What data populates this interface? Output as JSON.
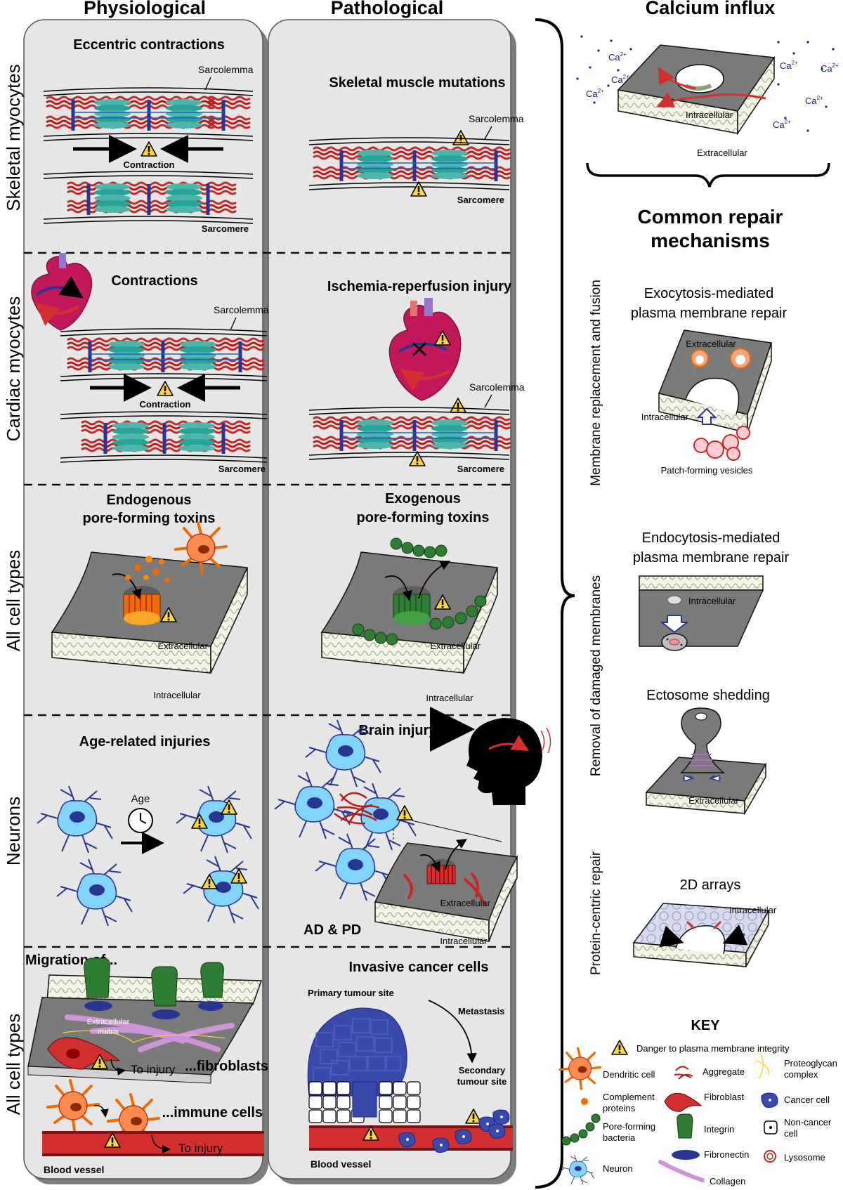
{
  "columns": {
    "physiological": "Physiological",
    "pathological": "Pathological",
    "calcium": "Calcium influx"
  },
  "rows": {
    "skeletal": "Skeletal myocytes",
    "cardiac": "Cardiac myocytes",
    "all1": "All cell types",
    "neurons": "Neurons",
    "all2": "All cell types"
  },
  "panels": {
    "eccentric": "Eccentric contractions",
    "skeletal_mut": "Skeletal muscle mutations",
    "contractions": "Contractions",
    "ischemia": "Ischemia-reperfusion injury",
    "endo_1": "Endogenous",
    "endo_2": "pore-forming toxins",
    "exo_1": "Exogenous",
    "exo_2": "pore-forming toxins",
    "age": "Age-related injuries",
    "brain": "Brain injury",
    "adpd": "AD & PD",
    "migration": "Migration of...",
    "fibroblasts": "...fibroblasts",
    "immune": "...immune cells",
    "invasive": "Invasive cancer cells"
  },
  "labels": {
    "sarcolemma": "Sarcolemma",
    "sarcomere": "Sarcomere",
    "contraction": "Contraction",
    "extracellular": "Extracellular",
    "intracellular": "Intracellular",
    "age": "Age",
    "ecm_1": "Extracellular",
    "ecm_2": "matrix",
    "to_injury": "To injury",
    "blood_vessel": "Blood vessel",
    "primary": "Primary tumour site",
    "metastasis": "Metastasis",
    "secondary_1": "Secondary",
    "secondary_2": "tumour site",
    "ca": "Ca",
    "ca_sup": "2+"
  },
  "repair": {
    "title_1": "Common repair",
    "title_2": "mechanisms",
    "side_membrane": "Membrane replacement and fusion",
    "side_removal": "Removal of damaged membranes",
    "side_protein": "Protein-centric repair",
    "exo_1": "Exocytosis-mediated",
    "exo_2": "plasma membrane repair",
    "patch": "Patch-forming vesicles",
    "endo_1": "Endocytosis-mediated",
    "endo_2": "plasma membrane repair",
    "ecto": "Ectosome shedding",
    "arrays": "2D arrays"
  },
  "key": {
    "title": "KEY",
    "danger": "Danger to plasma membrane integrity",
    "dendritic": "Dendritic cell",
    "aggregate": "Aggregate",
    "proteoglycan_1": "Proteoglycan",
    "proteoglycan_2": "complex",
    "complement_1": "Complement",
    "complement_2": "proteins",
    "fibroblast": "Fibroblast",
    "cancer": "Cancer cell",
    "pore_1": "Pore-forming",
    "pore_2": "bacteria",
    "integrin": "Integrin",
    "noncancer_1": "Non-cancer",
    "noncancer_2": "cell",
    "fibronectin": "Fibronectin",
    "lysosome": "Lysosome",
    "neuron": "Neuron",
    "collagen": "Collagen"
  },
  "colors": {
    "panel_bg": "#e6e6e6",
    "panel_shadow": "#7d7d7d",
    "actin": "#c62828",
    "myosin": "#4db6ac",
    "zdisc": "#283593",
    "warning": "#fdd835",
    "neuron": "#81d4fa",
    "cancer": "#3949ab",
    "vessel": "#d32f2f",
    "membrane": "#808080"
  }
}
